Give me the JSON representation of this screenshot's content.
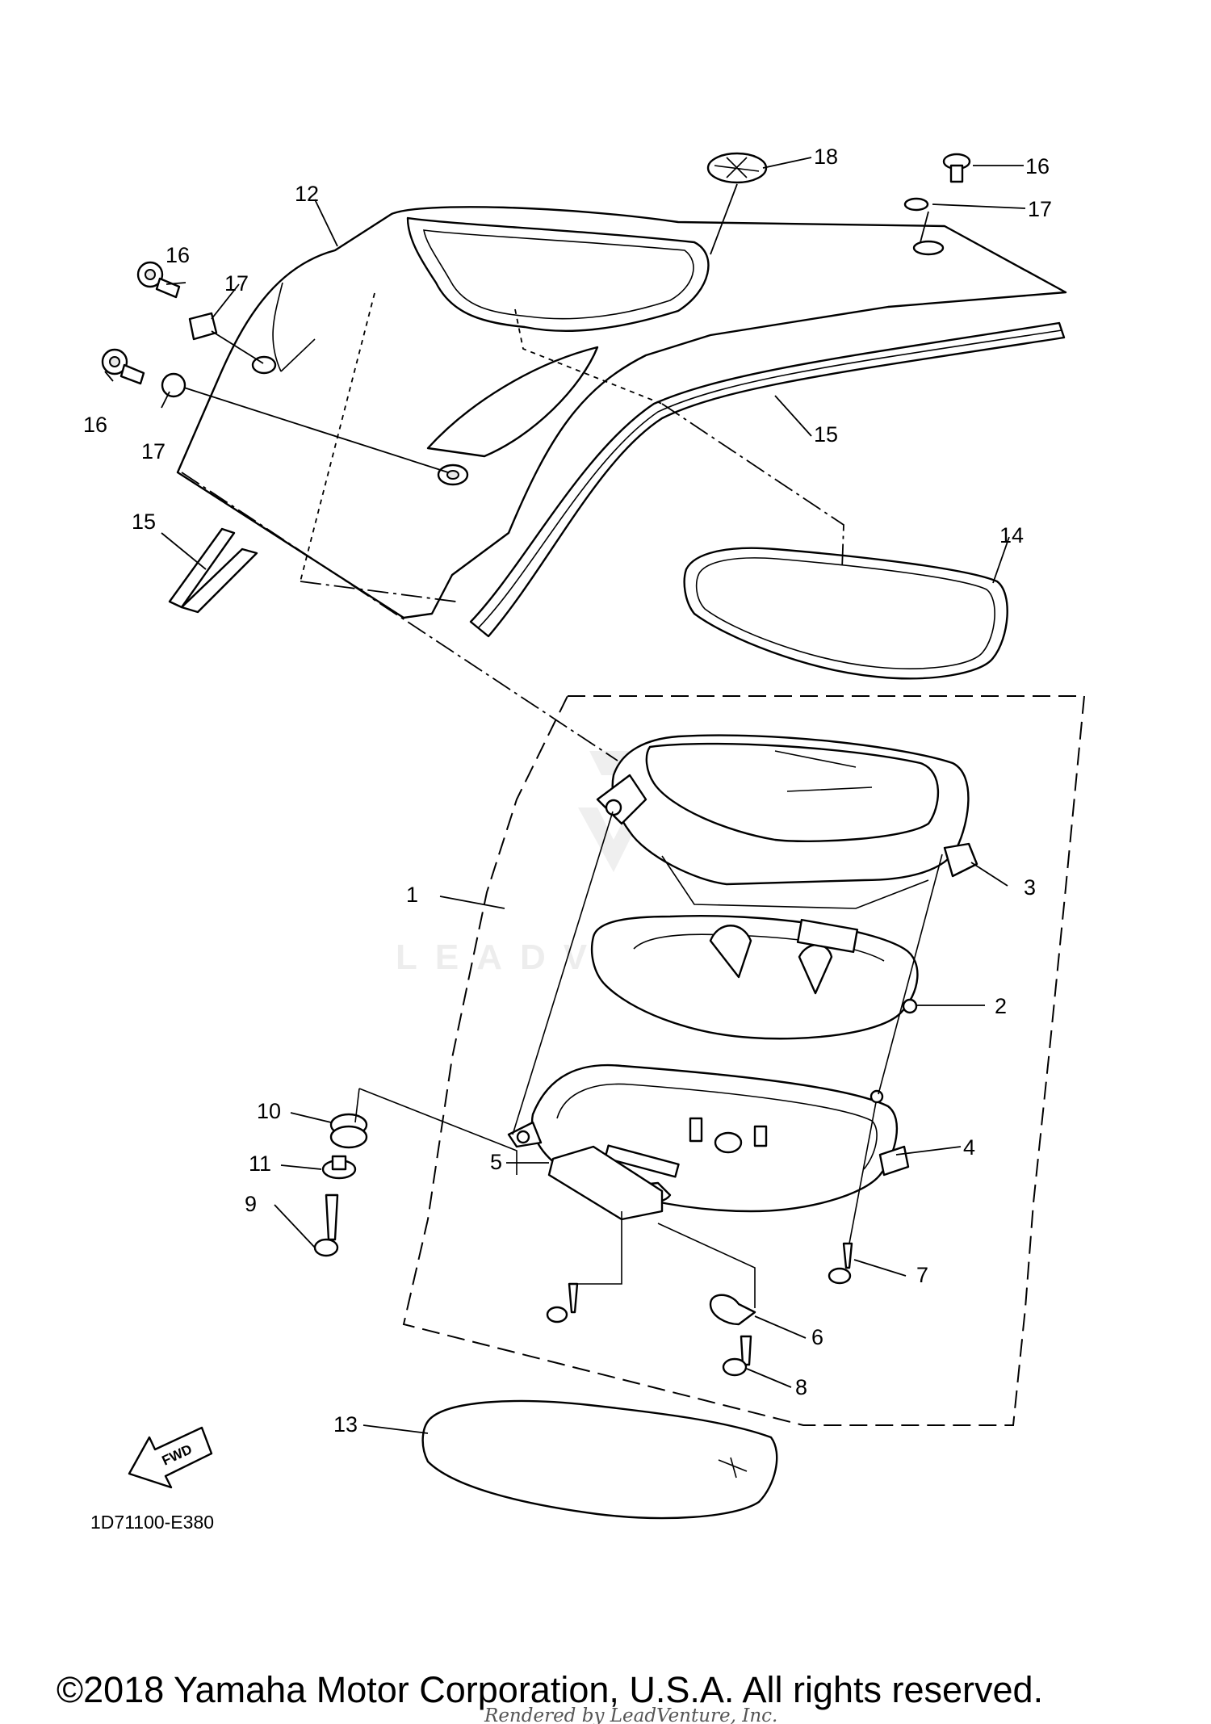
{
  "diagram_code": "1D71100-E380",
  "fwd_label": "FWD",
  "watermark": "LEADVENTURE",
  "copyright": "©2018 Yamaha Motor Corporation, U.S.A. All rights reserved.",
  "rendered_by": "Rendered by LeadVenture, Inc.",
  "callouts": [
    {
      "id": "c18",
      "text": "18"
    },
    {
      "id": "c16a",
      "text": "16"
    },
    {
      "id": "c17a",
      "text": "17"
    },
    {
      "id": "c12",
      "text": "12"
    },
    {
      "id": "c16b",
      "text": "16"
    },
    {
      "id": "c17b",
      "text": "17"
    },
    {
      "id": "c16c",
      "text": "16"
    },
    {
      "id": "c17c",
      "text": "17"
    },
    {
      "id": "c15a",
      "text": "15"
    },
    {
      "id": "c15b",
      "text": "15"
    },
    {
      "id": "c14",
      "text": "14"
    },
    {
      "id": "c1",
      "text": "1"
    },
    {
      "id": "c3",
      "text": "3"
    },
    {
      "id": "c2",
      "text": "2"
    },
    {
      "id": "c10",
      "text": "10"
    },
    {
      "id": "c4",
      "text": "4"
    },
    {
      "id": "c11",
      "text": "11"
    },
    {
      "id": "c9",
      "text": "9"
    },
    {
      "id": "c7",
      "text": "7"
    },
    {
      "id": "c5",
      "text": "5"
    },
    {
      "id": "c6",
      "text": "6"
    },
    {
      "id": "c8",
      "text": "8"
    },
    {
      "id": "c13",
      "text": "13"
    }
  ]
}
